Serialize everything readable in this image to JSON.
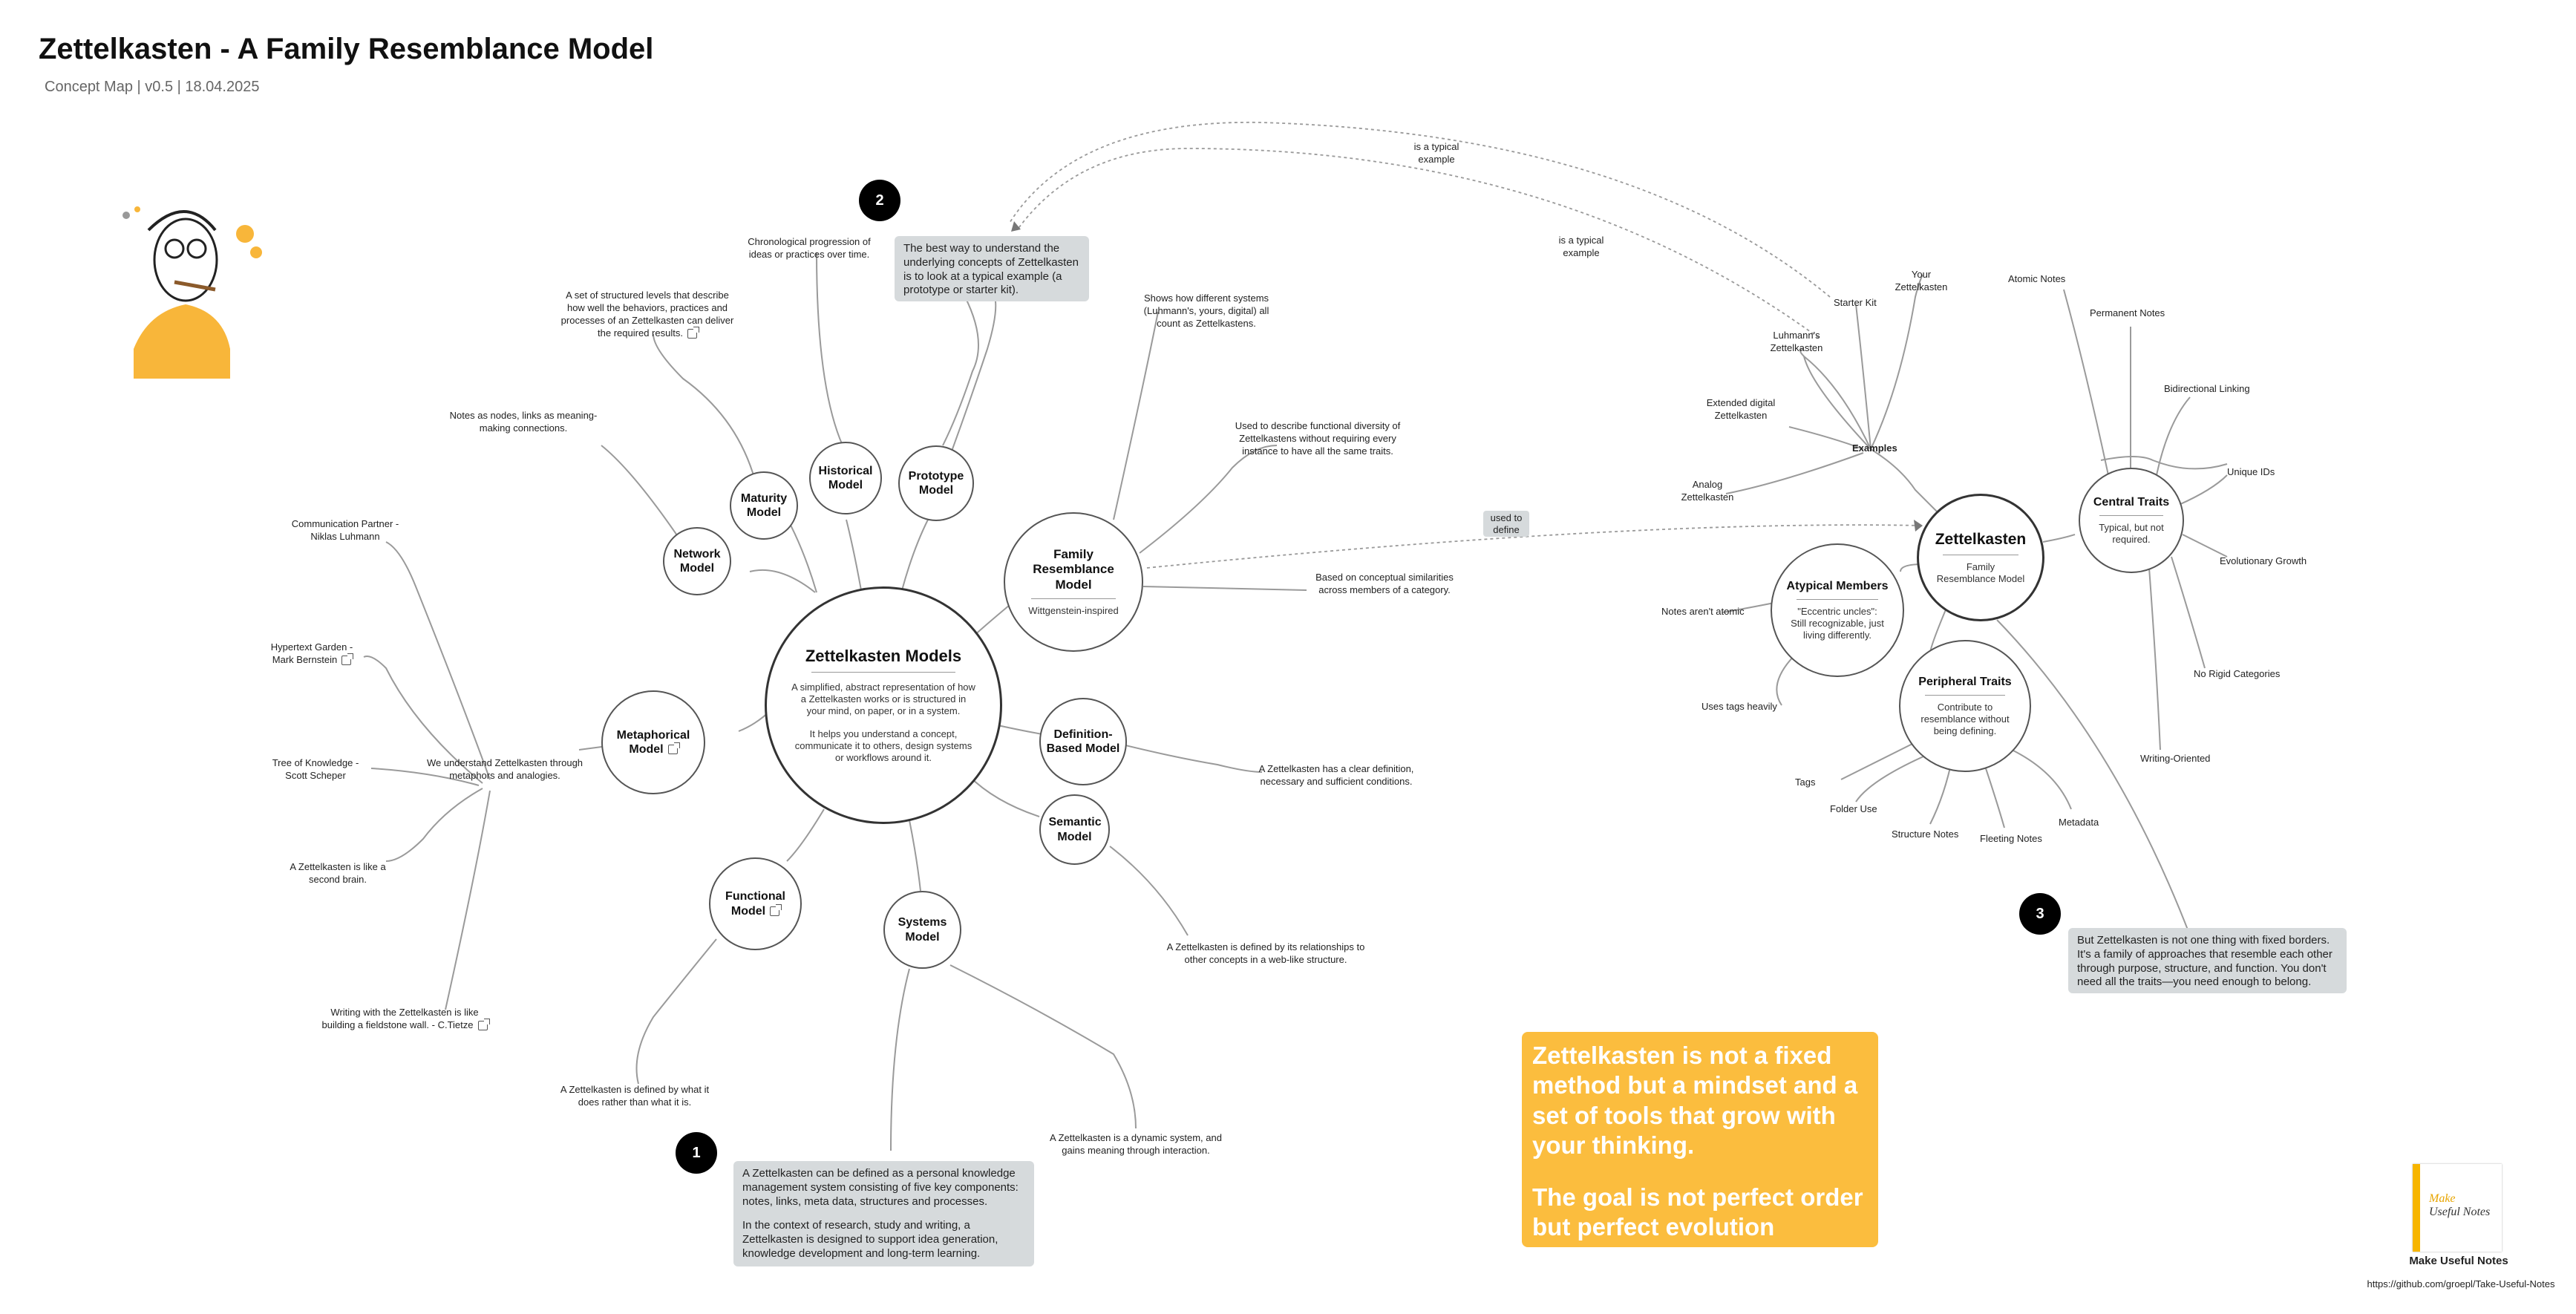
{
  "header": {
    "title": "Zettelkasten - A Family Resemblance Model",
    "subtitle": "Concept Map | v0.5 | 18.04.2025"
  },
  "center": {
    "name": "Zettelkasten Models",
    "desc1": "A simplified, abstract representation of how a Zettelkasten works or is structured in your mind, on paper, or in a system.",
    "desc2": "It helps you understand a concept, communicate it to others, design systems or workflows around it."
  },
  "models": {
    "network": "Network Model",
    "maturity": "Maturity Model",
    "historical": "Historical Model",
    "prototype": "Prototype Model",
    "family": "Family Resemblance Model",
    "family_sub": "Wittgenstein-inspired",
    "metaphorical": "Metaphorical Model",
    "definition": "Definition-Based Model",
    "semantic": "Semantic Model",
    "functional": "Functional Model",
    "systems": "Systems Model"
  },
  "descriptions": {
    "network": "Notes as nodes, links as meaning-making connections.",
    "maturity": "A set of structured levels that describe how well the behaviors, practices and processes of an Zettelkasten can deliver the required results.",
    "historical": "Chronological progression of ideas or practices over time.",
    "family_1": "Shows how different systems (Luhmann's, yours, digital) all count as Zettelkastens.",
    "family_2": "Used to describe functional diversity of Zettelkastens without requiring every instance to have all the same traits.",
    "family_3": "Based on conceptual similarities across members of a category.",
    "definition": "A Zettelkasten has a clear definition, necessary and sufficient conditions.",
    "semantic": "A Zettelkasten is defined by its relationships to other concepts in a web-like structure.",
    "functional": "A Zettelkasten is defined by what it does rather than what it is.",
    "systems": "A Zettelkasten is a dynamic system, and gains meaning through interaction."
  },
  "metaphors": {
    "hub": "We understand Zettelkasten through metaphors and analogies.",
    "items": [
      "Communication Partner - Niklas Luhmann",
      "Hypertext Garden - Mark Bernstein",
      "Tree of Knowledge - Scott Scheper",
      "A Zettelkasten is like a second brain.",
      "Writing with the Zettelkasten is like building a fieldstone wall. - C.Tietze"
    ]
  },
  "notes": {
    "prototype": "The best way to understand the underlying concepts of Zettelkasten is to look at a typical example (a prototype or starter kit).",
    "definition_1": "A Zettelkasten can be defined as a personal knowledge management system consisting of five key components: notes, links, meta data, structures and processes.",
    "definition_2": "In the context of research, study and writing, a Zettelkasten is designed to support idea generation, knowledge development and long-term learning.",
    "family": "But Zettelkasten is not one thing with fixed borders. It's a family of approaches that resemble each other through purpose, structure, and function. You don't need all the traits—you need enough to belong."
  },
  "badges": [
    "1",
    "2",
    "3"
  ],
  "edges": {
    "used_to_define": "used to define",
    "typical_example_1": "is a typical example",
    "typical_example_2": "is a typical example"
  },
  "zettelkasten": {
    "name": "Zettelkasten",
    "sub": "Family Resemblance Model"
  },
  "central": {
    "name": "Central Traits",
    "sub": "Typical, but not required.",
    "items": [
      "Atomic Notes",
      "Permanent Notes",
      "Bidirectional Linking",
      "Unique IDs",
      "Evolutionary Growth",
      "No Rigid Categories",
      "Writing-Oriented"
    ]
  },
  "atypical": {
    "name": "Atypical Members",
    "sub": "\"Eccentric uncles\": Still recognizable, just living differently.",
    "items": [
      "Notes aren't atomic",
      "Uses tags heavily"
    ]
  },
  "peripheral": {
    "name": "Peripheral Traits",
    "sub": "Contribute to resemblance without being defining.",
    "items": [
      "Tags",
      "Folder Use",
      "Structure Notes",
      "Fleeting Notes",
      "Metadata"
    ]
  },
  "examples": {
    "name": "Examples",
    "items": [
      "Starter Kit",
      "Your Zettelkasten",
      "Luhmann's Zettelkasten",
      "Extended digital Zettelkasten",
      "Analog Zettelkasten"
    ]
  },
  "callout": {
    "line1": "Zettelkasten is not a fixed method but a mindset and a set of tools that grow with your thinking.",
    "line2": "The goal is not perfect order but perfect evolution"
  },
  "footer": {
    "book_title_1": "Make",
    "book_title_2": "Useful Notes",
    "name": "Make Useful Notes",
    "url": "https://github.com/groepl/Take-Useful-Notes"
  },
  "colors": {
    "accent": "#fbbd3e",
    "note_bg": "#d6dadc",
    "line": "#999999"
  }
}
